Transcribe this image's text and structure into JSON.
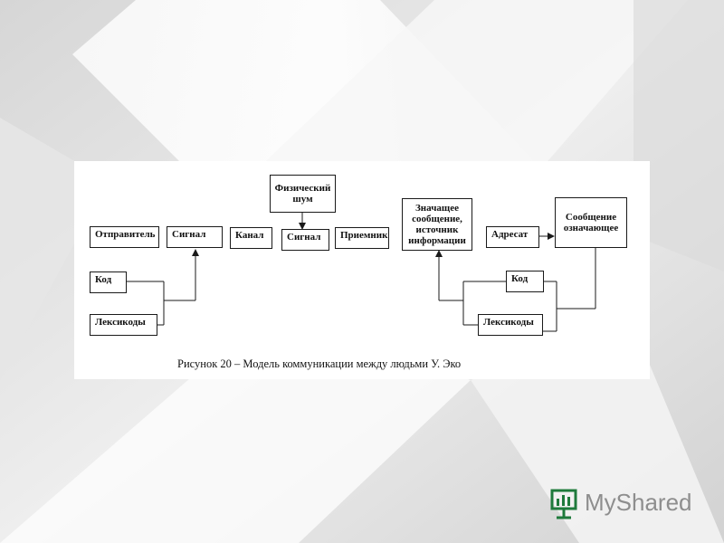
{
  "diagram": {
    "nodes": {
      "sender": "Отправитель",
      "signal_1": "Сигнал",
      "code_left": "Код",
      "lexicodes_left": "Лексикоды",
      "channel": "Канал",
      "noise": "Физический\nшум",
      "signal_2": "Сигнал",
      "receiver": "Приемник",
      "meaning": "Значащее\nсообщение,\nисточник\nинформации",
      "addressee": "Адресат",
      "message": "Сообщение\nозначающее",
      "code_right": "Код",
      "lexicodes_right": "Лексикоды"
    },
    "caption": "Рисунок 20 – Модель коммуникации между людьми У. Эко"
  },
  "branding": {
    "logo_text": "MyShared",
    "logo_icon": "presentation-board-icon",
    "logo_color": "#1f7a3c"
  }
}
